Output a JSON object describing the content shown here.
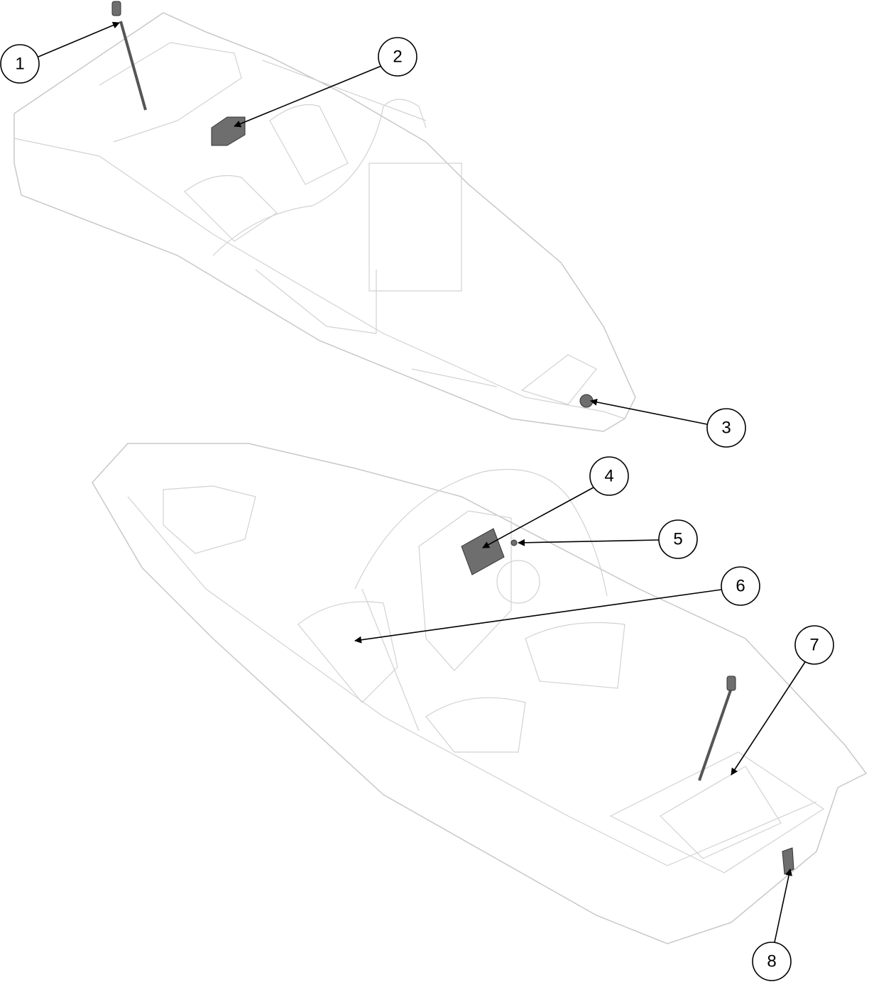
{
  "callouts": [
    {
      "label": "1"
    },
    {
      "label": "2"
    },
    {
      "label": "3"
    },
    {
      "label": "4"
    },
    {
      "label": "5"
    },
    {
      "label": "6"
    },
    {
      "label": "7"
    },
    {
      "label": "8"
    }
  ],
  "colors": {
    "outline": "#c8c8c8",
    "part": "#6e6e6e",
    "leader": "#000000"
  }
}
